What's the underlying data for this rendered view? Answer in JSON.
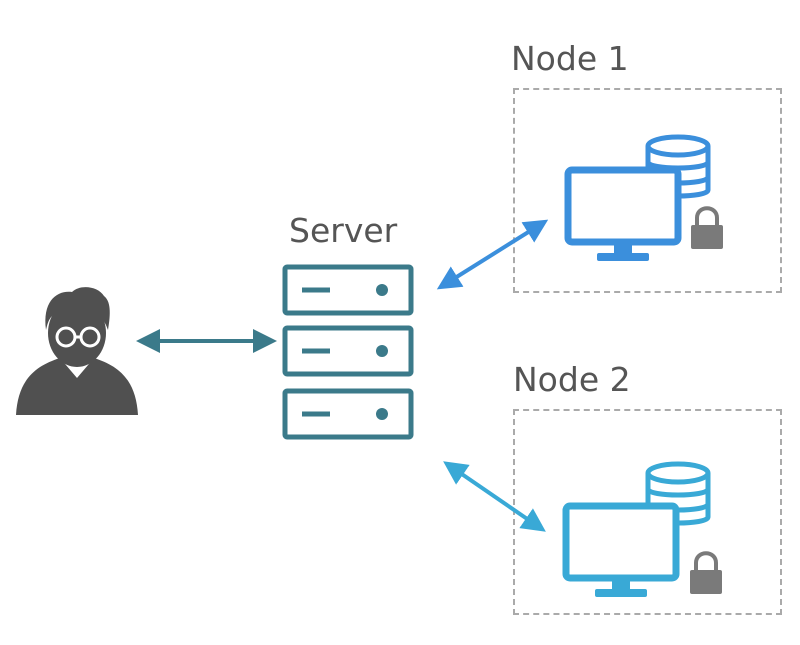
{
  "labels": {
    "server": "Server",
    "node1": "Node 1",
    "node2": "Node 2"
  },
  "colors": {
    "user": "#505050",
    "server": "#3b7a8a",
    "node1": "#3b8fdc",
    "node2": "#39a9d6",
    "database": "#3b8fdc",
    "lock": "#7a7a7a",
    "dashed_border": "#aaaaaa",
    "label_text": "#555555"
  }
}
